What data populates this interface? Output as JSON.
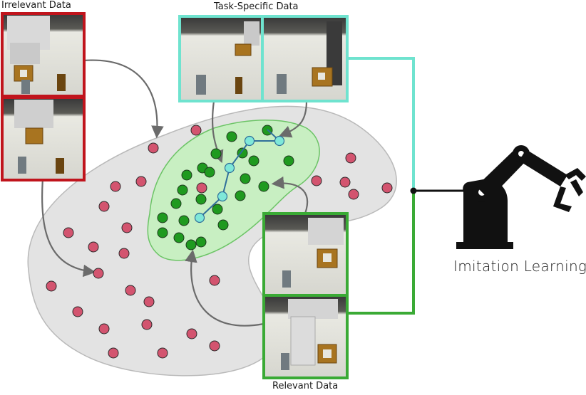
{
  "labels": {
    "irrelevant": "Irrelevant Data",
    "task_specific": "Task-Specific Data",
    "relevant": "Relevant Data",
    "imitation": "Imitation Learning"
  },
  "colors": {
    "irrelevant_border": "#c0141c",
    "task_border": "#6fe3cf",
    "relevant_border": "#3aaa35",
    "outer_region": "#e3e3e3",
    "inner_region": "#c8efc2",
    "irrelevant_point": "#d3546f",
    "relevant_point": "#1f9a1f",
    "trajectory_point": "#7fe8d8",
    "trajectory_line": "#2f6f9a",
    "robot": "#111111"
  }
}
